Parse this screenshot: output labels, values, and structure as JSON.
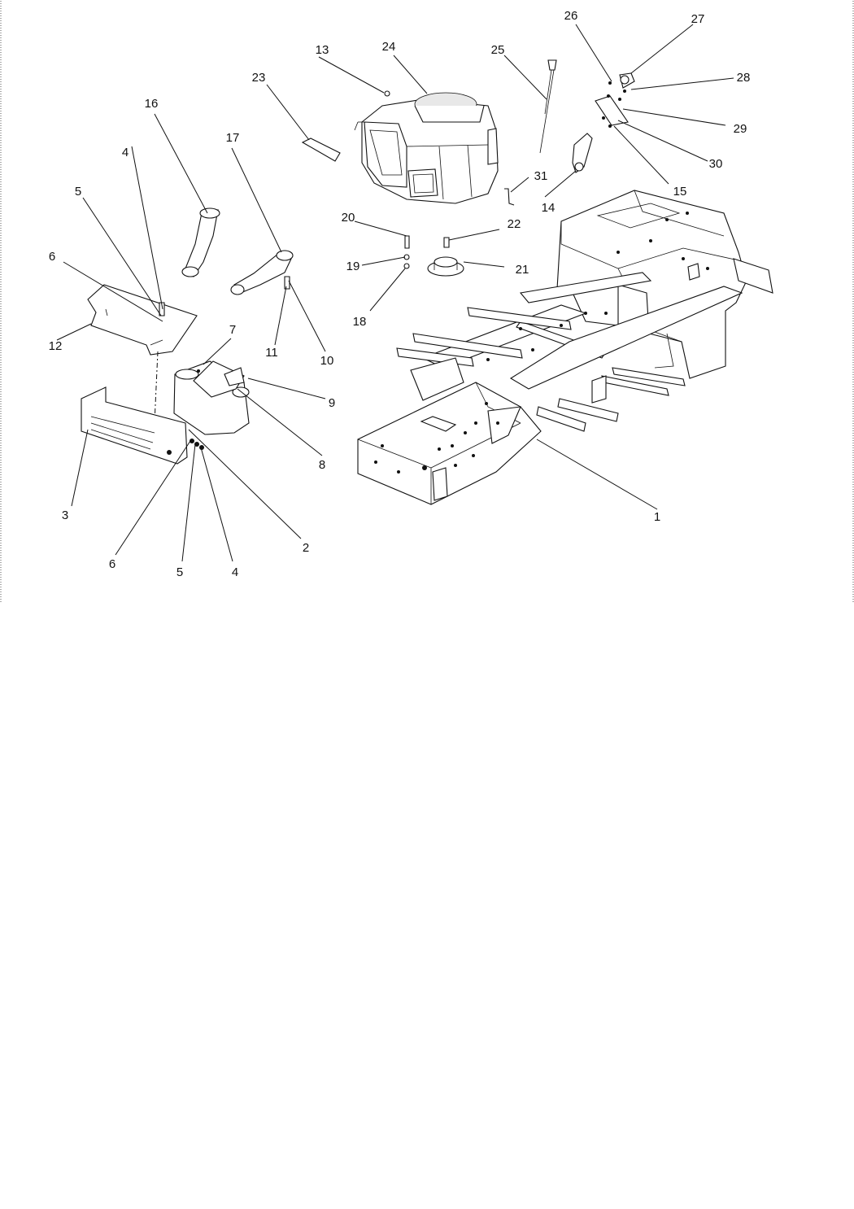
{
  "callouts": [
    "1",
    "2",
    "3",
    "4",
    "5",
    "6",
    "7",
    "8",
    "9",
    "10",
    "11",
    "12",
    "13",
    "14",
    "15",
    "16",
    "17",
    "18",
    "19",
    "20",
    "21",
    "22",
    "23",
    "24",
    "25",
    "26",
    "27",
    "28",
    "29",
    "30",
    "31"
  ],
  "callouts_repeat": {
    "r4": "4",
    "r5": "5",
    "r6": "6"
  },
  "colors": {
    "ink": "#111111",
    "paper": "#ffffff"
  }
}
